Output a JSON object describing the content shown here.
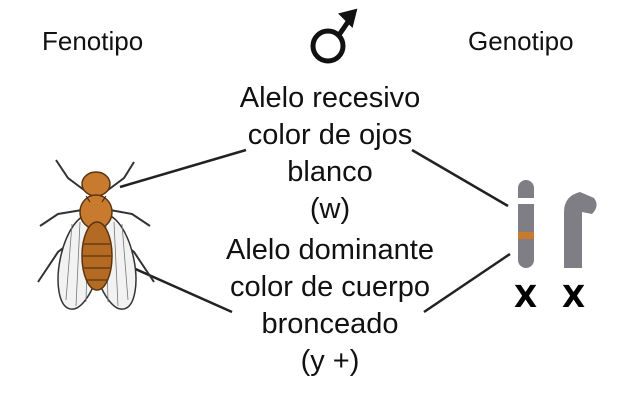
{
  "headers": {
    "phenotype": "Fenotipo",
    "genotype": "Genotipo"
  },
  "sex_symbol": "male-symbol",
  "recessive_allele": {
    "line1": "Alelo recesivo",
    "line2": "color de ojos",
    "line3": "blanco",
    "line4": "(w)"
  },
  "dominant_allele": {
    "line1": "Alelo dominante",
    "line2": "color de cuerpo",
    "line3": "bronceado",
    "line4": "(y +)"
  },
  "chromosomes": {
    "left_label": "X",
    "right_label": "X"
  },
  "colors": {
    "fly_body": "#c87a2e",
    "chromosome": "#7e7e84",
    "band": "#c87a2e",
    "line": "#222222"
  }
}
